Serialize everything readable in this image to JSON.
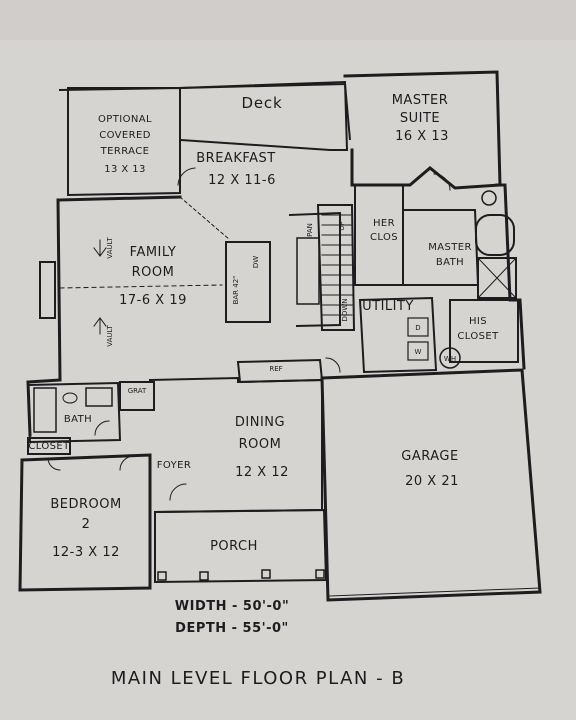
{
  "rooms": {
    "terrace": {
      "line1": "OPTIONAL",
      "line2": "COVERED",
      "line3": "TERRACE",
      "size": "13 X 13"
    },
    "deck": {
      "name": "Deck"
    },
    "breakfast": {
      "name": "BREAKFAST",
      "size": "12 X 11-6"
    },
    "master_suite": {
      "name1": "MASTER",
      "name2": "SUITE",
      "size": "16 X 13"
    },
    "family": {
      "name1": "FAMILY",
      "name2": "ROOM",
      "size": "17-6 X 19"
    },
    "her_closet": {
      "line1": "HER",
      "line2": "CLOS"
    },
    "master_bath": {
      "line1": "MASTER",
      "line2": "BATH"
    },
    "utility": {
      "name": "UTILITY"
    },
    "his_closet": {
      "line1": "HIS",
      "line2": "CLOSET"
    },
    "bath": {
      "name": "BATH"
    },
    "closet": {
      "name": "CLOSET"
    },
    "dining": {
      "name1": "DINING",
      "name2": "ROOM",
      "size": "12 X 12"
    },
    "garage": {
      "name": "GARAGE",
      "size": "20 X 21"
    },
    "foyer": {
      "name": "FOYER"
    },
    "bedroom2": {
      "name1": "BEDROOM",
      "name2": "2",
      "size": "12-3 X 12"
    },
    "porch": {
      "name": "PORCH"
    }
  },
  "small_labels": {
    "vault_top": "VAULT",
    "vault_bottom": "VAULT",
    "bar": "BAR 42\"",
    "dw": "DW",
    "pan": "PAN",
    "up": "UP",
    "down": "DOWN",
    "ref": "REF",
    "grat": "GRAT",
    "wh": "WH",
    "d": "D",
    "w": "W"
  },
  "dimensions": {
    "width": "WIDTH - 50'-0\"",
    "depth": "DEPTH - 55'-0\""
  },
  "title": "MAIN LEVEL FLOOR PLAN - B",
  "colors": {
    "paper": "#d7d5d2",
    "ink": "#1d1d1f",
    "background": "#c7c4c0"
  }
}
